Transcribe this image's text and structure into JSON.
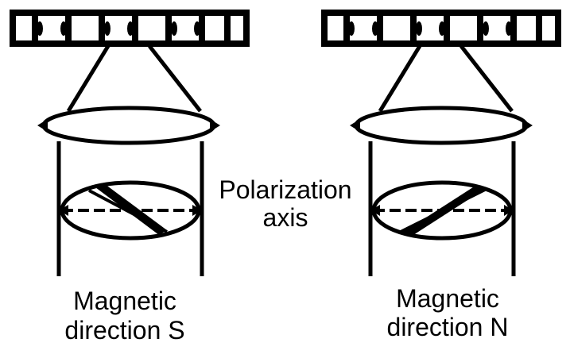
{
  "center_label": {
    "line1": "Polarization",
    "line2": "axis"
  },
  "left_panel": {
    "line1": "Magnetic",
    "line2": "direction S"
  },
  "right_panel": {
    "line1": "Magnetic",
    "line2": "direction N"
  },
  "colors": {
    "ink": "#000000",
    "background": "#ffffff"
  }
}
